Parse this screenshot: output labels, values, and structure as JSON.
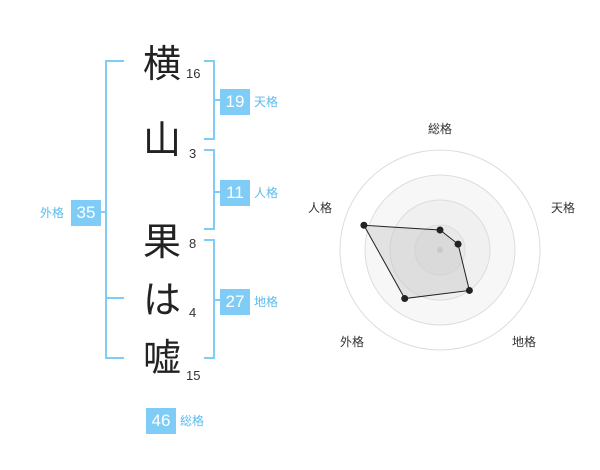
{
  "name_chars": [
    {
      "char": "横",
      "strokes": "16"
    },
    {
      "char": "山",
      "strokes": "3"
    },
    {
      "char": "果",
      "strokes": "8"
    },
    {
      "char": "は",
      "strokes": "4"
    },
    {
      "char": "嘘",
      "strokes": "15"
    }
  ],
  "fortunes": {
    "tenkaku": {
      "value": "19",
      "label": "天格"
    },
    "jinkaku": {
      "value": "11",
      "label": "人格"
    },
    "chikaku": {
      "value": "27",
      "label": "地格"
    },
    "gaikaku": {
      "value": "35",
      "label": "外格"
    },
    "soukaku": {
      "value": "46",
      "label": "総格"
    }
  },
  "colors": {
    "accent": "#7fcdf6",
    "bracket": "#7fcdf6",
    "label": "#5bbaf0"
  },
  "chart_data": {
    "type": "radar",
    "axes": [
      "総格",
      "天格",
      "地格",
      "外格",
      "人格"
    ],
    "values": [
      0.2,
      0.19,
      0.5,
      0.6,
      0.8
    ],
    "range": [
      0,
      1
    ],
    "rings": 4
  }
}
